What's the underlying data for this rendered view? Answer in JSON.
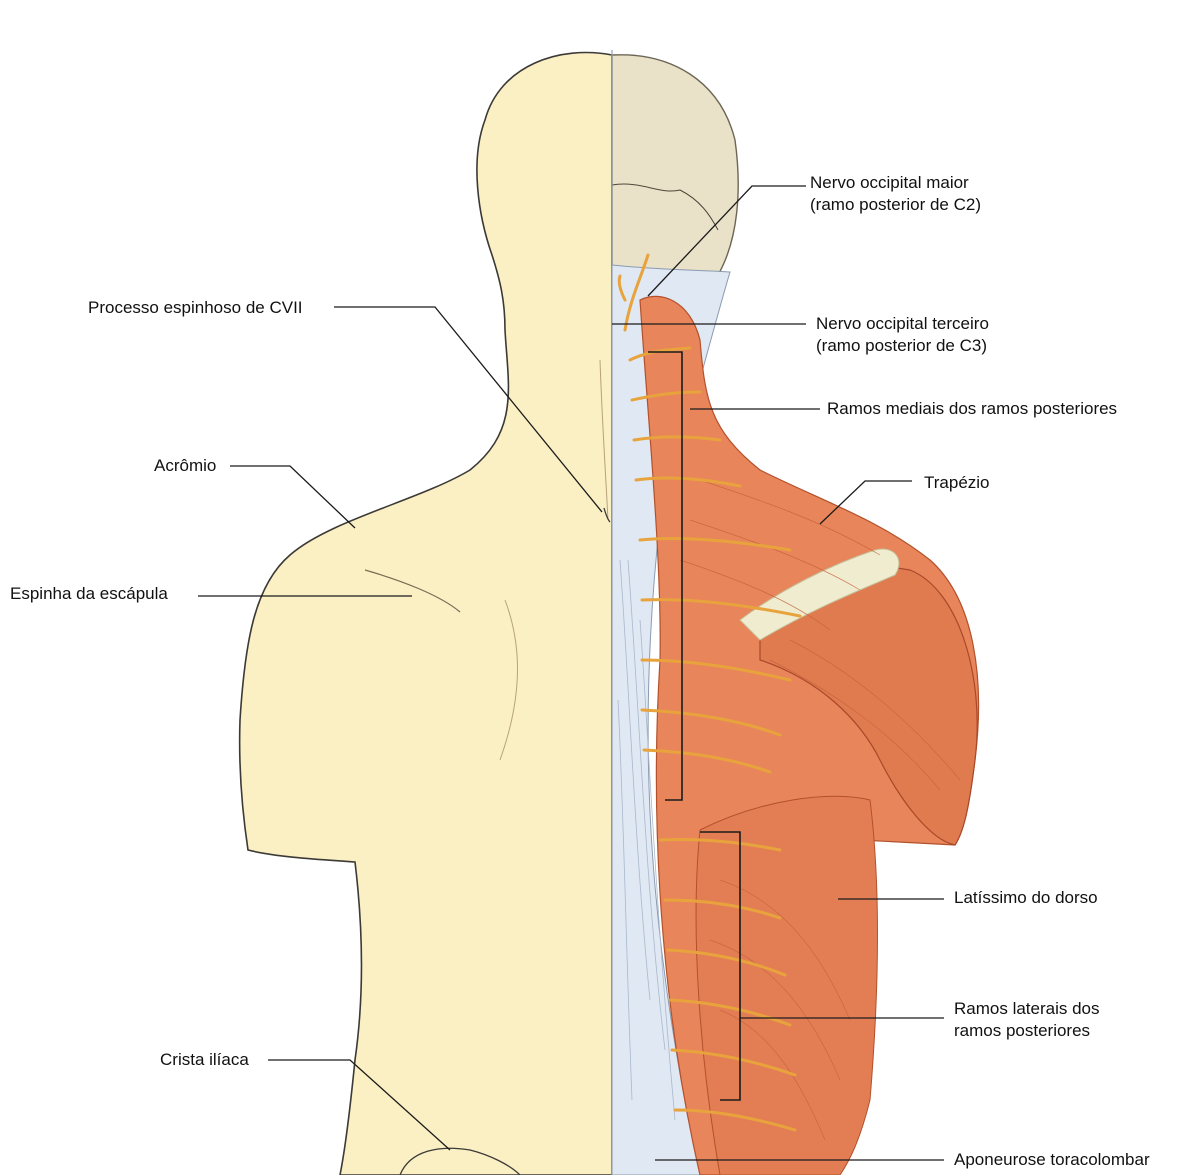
{
  "colors": {
    "skin": "#fbefc4",
    "skin_outline": "#3b3a36",
    "muscle": "#e8855a",
    "muscle_dark": "#c9603a",
    "nerve": "#e8a33c",
    "fascia": "#dfe8f3",
    "bone": "#e9e2c8",
    "leader": "#1b1b1b"
  },
  "labels_left": {
    "processo": "Processo espinhoso de CVII",
    "acromio": "Acrômio",
    "espinha": "Espinha da escápula",
    "crista": "Crista ilíaca"
  },
  "labels_right": {
    "occ_maior_1": "Nervo occipital maior",
    "occ_maior_2": "(ramo posterior de C2)",
    "occ_terceiro_1": "Nervo occipital terceiro",
    "occ_terceiro_2": "(ramo posterior de C3)",
    "ramos_mediais": "Ramos mediais dos ramos posteriores",
    "trapezio": "Trapézio",
    "latissimo": "Latíssimo do dorso",
    "ramos_laterais_1": "Ramos laterais dos",
    "ramos_laterais_2": "ramos posteriores",
    "aponeurose": "Aponeurose toracolombar"
  }
}
